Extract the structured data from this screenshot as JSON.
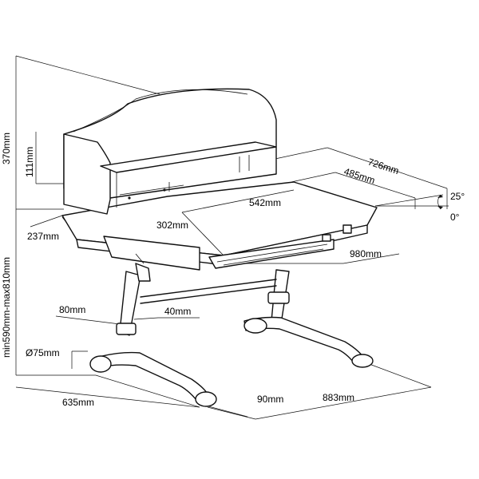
{
  "dimensions": {
    "shelf_height": "370mm",
    "shelf_inner_height": "111mm",
    "desk_height_range": "min590mm-max810mm",
    "front_depth": "237mm",
    "top_depth_outer": "726mm",
    "top_depth_inner": "485mm",
    "top_main_width": "542mm",
    "shelf_section_width": "302mm",
    "overall_width": "980mm",
    "leg_width": "80mm",
    "leg_inner": "40mm",
    "wheel_diameter": "Ø75mm",
    "foot_depth": "635mm",
    "foot_width": "90mm",
    "foot_span": "883mm",
    "tilt_max": "25°",
    "tilt_min": "0°"
  }
}
